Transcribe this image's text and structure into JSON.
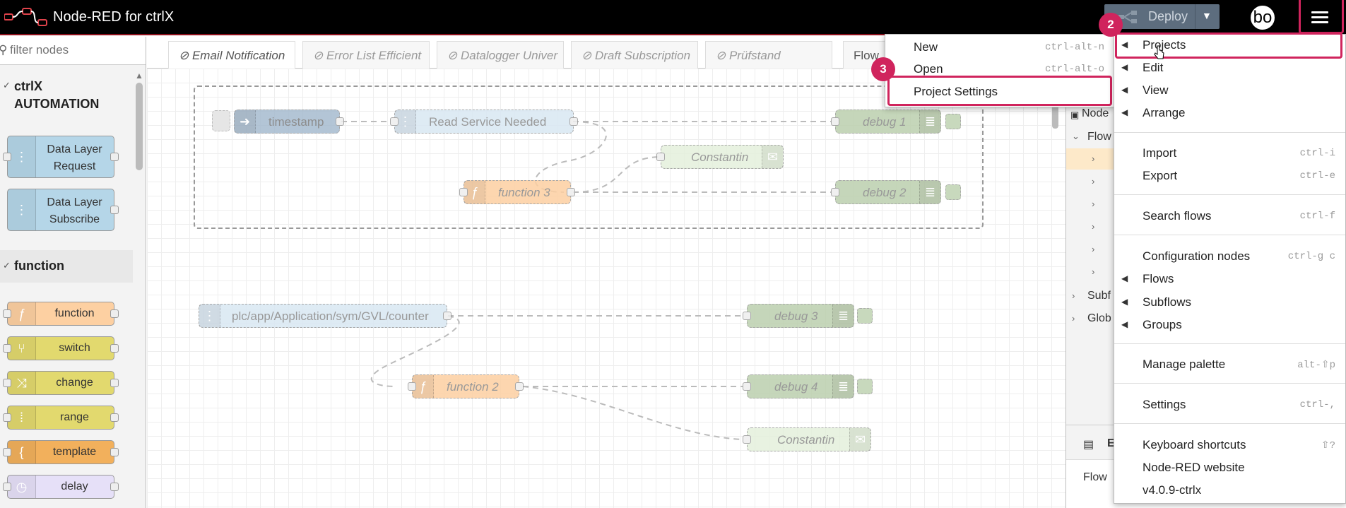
{
  "header": {
    "title": "Node-RED for ctrlX",
    "deploy_label": "Deploy",
    "user_initials": "bo"
  },
  "palette": {
    "filter_placeholder": "filter nodes",
    "categories": [
      {
        "name": "ctrlX AUTOMATION",
        "nodes": [
          "Data Layer Request",
          "Data Layer Subscribe"
        ]
      },
      {
        "name": "function",
        "nodes": [
          "function",
          "switch",
          "change",
          "range",
          "template",
          "delay"
        ]
      }
    ],
    "node_colors": {
      "datalayer": "#b5d6e8",
      "function": "#fdd0a2",
      "switch": "#e2d96e",
      "template": "#f2b05c",
      "delay": "#e6e0f8"
    }
  },
  "tabs": [
    {
      "label": "Email Notification",
      "disabled": true
    },
    {
      "label": "Error List Efficient",
      "disabled": true
    },
    {
      "label": "Datalogger Univer",
      "disabled": true
    },
    {
      "label": "Draft Subscription",
      "disabled": true
    },
    {
      "label": "Prüfstand",
      "disabled": true
    },
    {
      "label": "Flow",
      "disabled": false
    }
  ],
  "flow_nodes": {
    "timestamp": "timestamp",
    "read_service": "Read Service Needed",
    "debug1": "debug 1",
    "constantin1": "Constantin",
    "function3": "function 3",
    "debug2": "debug 2",
    "plc_counter": "plc/app/Application/sym/GVL/counter",
    "debug3": "debug 3",
    "function2": "function 2",
    "debug4": "debug 4",
    "constantin2": "Constantin"
  },
  "sidebar": {
    "tree_header": "Node",
    "flows_label": "Flow",
    "subflows_label": "Subf",
    "global_label": "Glob",
    "bottom_header": "E",
    "bottom_flow": "Flow"
  },
  "project_submenu": {
    "items": [
      {
        "label": "New",
        "shortcut": "ctrl-alt-n"
      },
      {
        "label": "Open",
        "shortcut": "ctrl-alt-o"
      },
      {
        "label": "Project Settings",
        "shortcut": ""
      }
    ]
  },
  "main_menu": {
    "items": [
      {
        "label": "Projects",
        "shortcut": ""
      },
      {
        "label": "Edit",
        "shortcut": ""
      },
      {
        "label": "View",
        "shortcut": ""
      },
      {
        "label": "Arrange",
        "shortcut": ""
      },
      {
        "label": "Import",
        "shortcut": "ctrl-i"
      },
      {
        "label": "Export",
        "shortcut": "ctrl-e"
      },
      {
        "label": "Search flows",
        "shortcut": "ctrl-f"
      },
      {
        "label": "Configuration nodes",
        "shortcut": "ctrl-g c"
      },
      {
        "label": "Flows",
        "shortcut": ""
      },
      {
        "label": "Subflows",
        "shortcut": ""
      },
      {
        "label": "Groups",
        "shortcut": ""
      },
      {
        "label": "Manage palette",
        "shortcut": "alt-⇧p"
      },
      {
        "label": "Settings",
        "shortcut": "ctrl-,"
      },
      {
        "label": "Keyboard shortcuts",
        "shortcut": "⇧?"
      },
      {
        "label": "Node-RED website",
        "shortcut": ""
      },
      {
        "label": "v4.0.9-ctrlx",
        "shortcut": ""
      }
    ]
  },
  "annotations": {
    "badge_projects": "2",
    "badge_project_settings": "3"
  },
  "colors": {
    "highlight": "#d0245d",
    "header_bg": "#000000",
    "deploy_bg": "#5d6d7e"
  }
}
